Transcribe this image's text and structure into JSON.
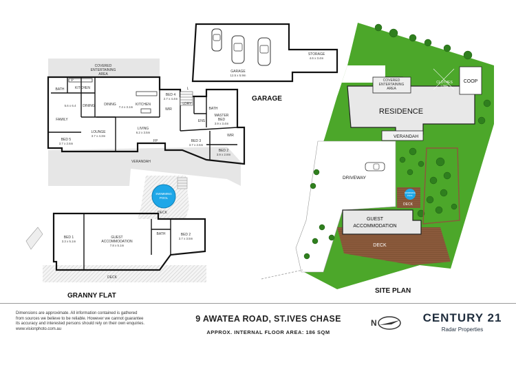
{
  "headings": {
    "garage": "GARAGE",
    "granny_flat": "GRANNY FLAT",
    "site_plan": "SITE PLAN"
  },
  "main_house": {
    "covered_entertaining": [
      "COVERED",
      "ENTERTAINING",
      "AREA"
    ],
    "bath": "BATH",
    "p": "P",
    "kitchen_left": "KITCHEN",
    "family_dim": "5.6 x 6.4",
    "family": "FAMILY",
    "dining_left": "DINING",
    "dining": "DINING",
    "dining_dim": "7.4 x 3.1m",
    "kitchen": "KITCHEN",
    "bed4": "BED 4",
    "bed4_dim": "2.7 x 4.4m",
    "wir_left": "WIR",
    "lounge": "LOUNGE",
    "lounge_dim": "3.7 x 4.3m",
    "bed5": "BED 5",
    "bed5_dim": "3.7 x 2.6m",
    "living": "LIVING",
    "living_dim": "6.2 x 3.5m",
    "fp": "FP",
    "l": "L",
    "ldry": "LDRY",
    "bath_right": "BATH",
    "ens": "ENS",
    "master_bed": [
      "MASTER",
      "BED"
    ],
    "master_bed_dim": "3.9 x 3.4m",
    "bed3": "BED 3",
    "bed3_dim": "3.7 x 2.6m",
    "bed2": "BED 2",
    "bed2_dim": "3.9 x 2.8m",
    "wir_right": "WIR",
    "verandah": "VERANDAH"
  },
  "garage": {
    "garage_label": "GARAGE",
    "garage_dim": "12.5 x 5.9m",
    "storage": "STORAGE",
    "storage_dim": "4.6 x 3.4m"
  },
  "granny_flat": {
    "swimming_pool": [
      "SWIMMING",
      "POOL"
    ],
    "deck_top": "DECK",
    "bed1": "BED 1",
    "bed1_dim": "3.3 x 5.1m",
    "guest": [
      "GUEST",
      "ACCOMMODATION"
    ],
    "guest_dim": "7.8 x 5.1m",
    "bath": "BATH",
    "bed2": "BED 2",
    "bed2_dim": "3.7 x 3.5m",
    "deck_bottom": "DECK"
  },
  "site_plan": {
    "covered_entertaining": [
      "COVERED",
      "ENTERTAINING",
      "AREA"
    ],
    "clothes_line": [
      "CLOTHES",
      "LINE"
    ],
    "coop": "COOP",
    "residence": "RESIDENCE",
    "verandah": "VERANDAH",
    "driveway": "DRIVEWAY",
    "swimming_pool": [
      "SWIMMING",
      "POOL"
    ],
    "deck_pool": "DECK",
    "guest_accommodation": [
      "GUEST",
      "ACCOMMODATION"
    ],
    "deck": "DECK"
  },
  "footer": {
    "disclaimer": [
      "Dimensions are approximate. All information contained is gathered",
      "from sources we believe to be reliable. However we cannot guarantee",
      "its accuracy and interested persons should rely on their own enquiries.",
      "www.visionphoto.com.au"
    ],
    "address": "9 AWATEA ROAD, ST.IVES CHASE",
    "internal_area": "APPROX. INTERNAL FLOOR AREA: 186 SQM",
    "compass_label": "N",
    "brand": "CENTURY 21",
    "brand_sub": "Radar Properties"
  },
  "colors": {
    "lawn": "#4ca72a",
    "deck": "#8b5a3c",
    "pool": "#1ea7e8",
    "hatch": "#bbbbbb",
    "brand_dark": "#1f2d3d"
  }
}
